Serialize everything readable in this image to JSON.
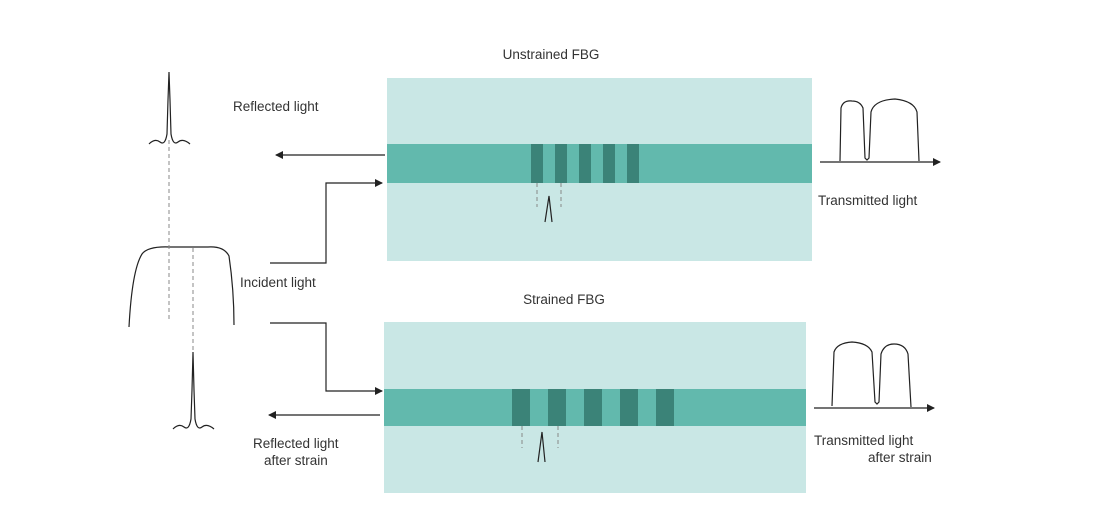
{
  "labels": {
    "unstrained_title": "Unstrained FBG",
    "strained_title": "Strained FBG",
    "reflected_light": "Reflected light",
    "incident_light": "Incident light",
    "transmitted_light": "Transmitted light",
    "reflected_after_strain_line1": "Reflected light",
    "reflected_after_strain_line2": "after strain",
    "transmitted_after_strain_line1": "Transmitted light",
    "transmitted_after_strain_line2": "after strain"
  },
  "colors": {
    "cladding": "#c9e7e5",
    "core": "#62b9ad",
    "grating": "#3b8378",
    "line": "#222222",
    "dashed": "#888888"
  },
  "gratings": {
    "unstrained_count": 5,
    "strained_count": 5
  }
}
